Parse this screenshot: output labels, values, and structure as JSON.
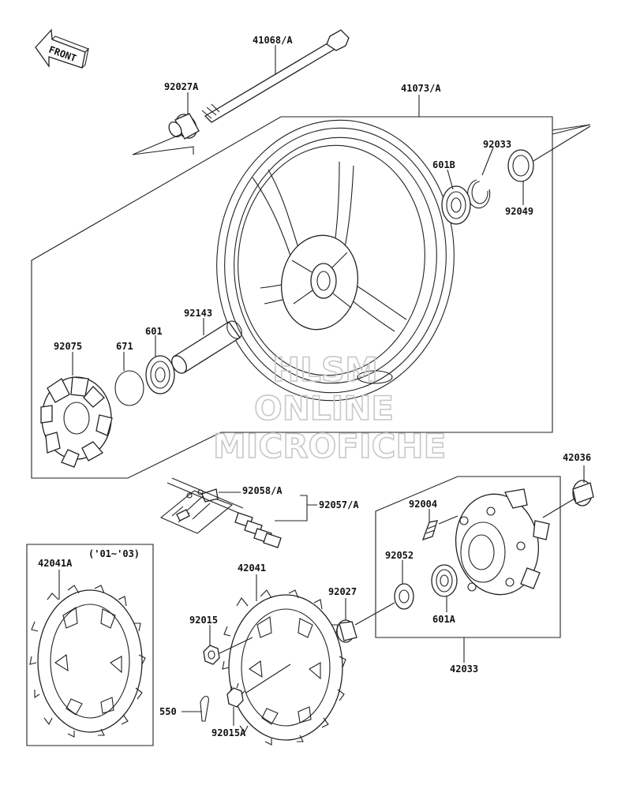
{
  "orientation": {
    "label": "FRONT"
  },
  "year_note": "('01~'03)",
  "parts": {
    "axle": "41068/A",
    "axle_collar": "92027A",
    "wheel": "41073/A",
    "circlip": "92033",
    "bearing_601b": "601B",
    "oil_seal": "92049",
    "sleeve": "92143",
    "bearing_601": "601",
    "o_ring": "671",
    "damper": "92075",
    "chain_link_plate": "92058/A",
    "chain": "92057/A",
    "sprocket_hub_collar": "42036",
    "stud": "92004",
    "seal_92052": "92052",
    "collar_92027": "92027",
    "bearing_601a": "601A",
    "coupling": "42033",
    "sprocket_alt": "42041A",
    "sprocket": "42041",
    "nut": "92015",
    "nut_castle": "92015A",
    "cotter_pin": "550"
  },
  "watermark": {
    "line1": "HLSM",
    "line2": "ONLINE",
    "line3": "MICROFICHE"
  }
}
